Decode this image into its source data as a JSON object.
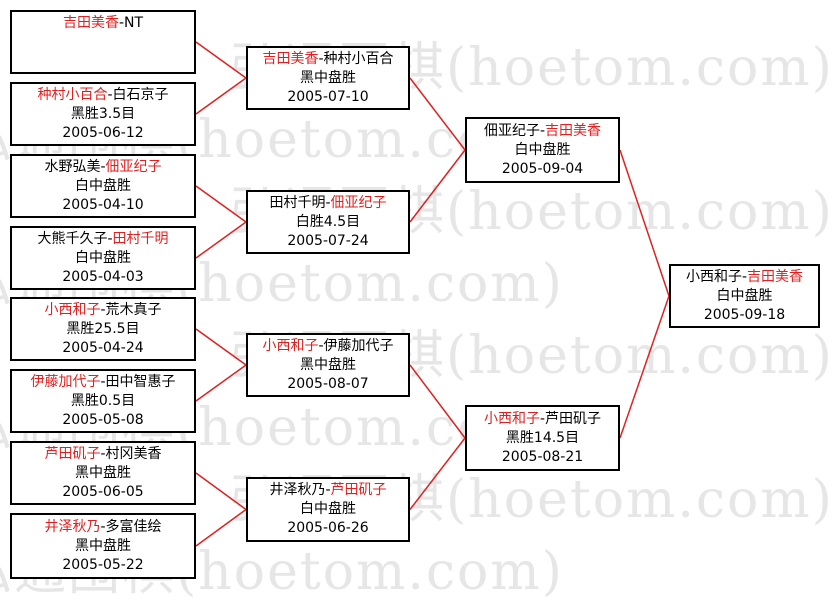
{
  "watermark_text": "弘通围棋(hoetom.com)",
  "matches": [
    {
      "id": "r1m1",
      "p1": "吉田美香",
      "p2": "NT",
      "winner": 1,
      "result": "",
      "date": ""
    },
    {
      "id": "r1m2",
      "p1": "种村小百合",
      "p2": "白石京子",
      "winner": 1,
      "result": "黑胜3.5目",
      "date": "2005-06-12"
    },
    {
      "id": "r1m3",
      "p1": "水野弘美",
      "p2": "佃亚纪子",
      "winner": 2,
      "result": "白中盘胜",
      "date": "2005-04-10"
    },
    {
      "id": "r1m4",
      "p1": "大熊千久子",
      "p2": "田村千明",
      "winner": 2,
      "result": "白中盘胜",
      "date": "2005-04-03"
    },
    {
      "id": "r1m5",
      "p1": "小西和子",
      "p2": "荒木真子",
      "winner": 1,
      "result": "黑胜25.5目",
      "date": "2005-04-24"
    },
    {
      "id": "r1m6",
      "p1": "伊藤加代子",
      "p2": "田中智惠子",
      "winner": 1,
      "result": "黑胜0.5目",
      "date": "2005-05-08"
    },
    {
      "id": "r1m7",
      "p1": "芦田矶子",
      "p2": "村冈美香",
      "winner": 1,
      "result": "黑中盘胜",
      "date": "2005-06-05"
    },
    {
      "id": "r1m8",
      "p1": "井泽秋乃",
      "p2": "多富佳绘",
      "winner": 1,
      "result": "黑中盘胜",
      "date": "2005-05-22"
    },
    {
      "id": "r2m1",
      "p1": "吉田美香",
      "p2": "种村小百合",
      "winner": 1,
      "result": "黑中盘胜",
      "date": "2005-07-10"
    },
    {
      "id": "r2m2",
      "p1": "田村千明",
      "p2": "佃亚纪子",
      "winner": 2,
      "result": "白胜4.5目",
      "date": "2005-07-24"
    },
    {
      "id": "r2m3",
      "p1": "小西和子",
      "p2": "伊藤加代子",
      "winner": 1,
      "result": "黑中盘胜",
      "date": "2005-08-07"
    },
    {
      "id": "r2m4",
      "p1": "井泽秋乃",
      "p2": "芦田矶子",
      "winner": 2,
      "result": "白中盘胜",
      "date": "2005-06-26"
    },
    {
      "id": "r3m1",
      "p1": "佃亚纪子",
      "p2": "吉田美香",
      "winner": 2,
      "result": "白中盘胜",
      "date": "2005-09-04"
    },
    {
      "id": "r3m2",
      "p1": "小西和子",
      "p2": "芦田矶子",
      "winner": 1,
      "result": "黑胜14.5目",
      "date": "2005-08-21"
    },
    {
      "id": "final",
      "p1": "小西和子",
      "p2": "吉田美香",
      "winner": 2,
      "result": "白中盘胜",
      "date": "2005-09-18"
    }
  ],
  "colors": {
    "winner": "#e02020",
    "line": "#e02020",
    "border": "#000000",
    "watermark": "#e6e6e6"
  }
}
